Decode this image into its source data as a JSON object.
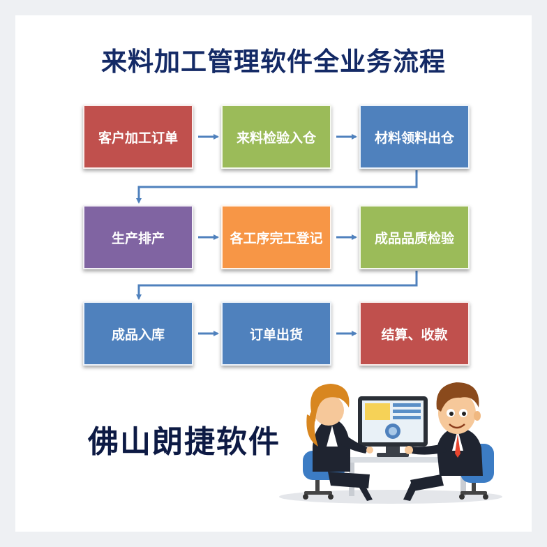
{
  "title": "来料加工管理软件全业务流程",
  "steps": [
    {
      "label": "客户加工订单",
      "color": "#c0504d"
    },
    {
      "label": "来料检验入仓",
      "color": "#9bbb59"
    },
    {
      "label": "材料领料出仓",
      "color": "#4f81bd"
    },
    {
      "label": "生产排产",
      "color": "#8064a2"
    },
    {
      "label": "各工序完工登记",
      "color": "#f79646"
    },
    {
      "label": "成品品质检验",
      "color": "#9bbb59"
    },
    {
      "label": "成品入库",
      "color": "#4f81bd"
    },
    {
      "label": "订单出货",
      "color": "#4f81bd"
    },
    {
      "label": "结算、收款",
      "color": "#c0504d"
    }
  ],
  "arrow_color": "#4f81bd",
  "brand": "佛山朗捷软件",
  "illustration": "two-people-at-computer-icon"
}
